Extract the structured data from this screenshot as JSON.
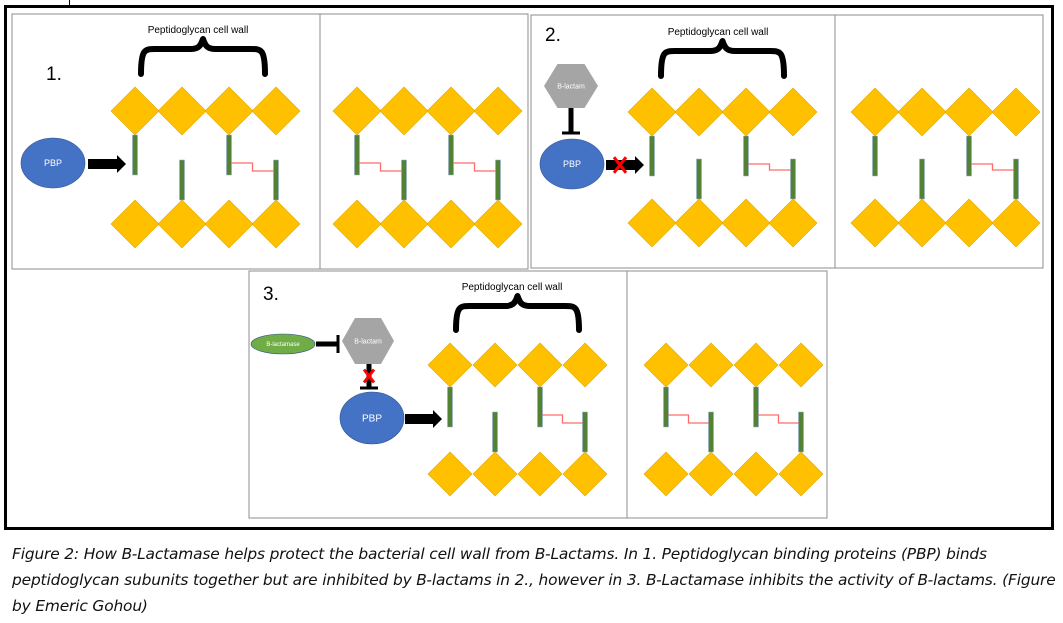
{
  "figure": {
    "panels": [
      {
        "number": "1.",
        "heading": "Peptidoglycan cell wall",
        "actors": {
          "enzyme": "PBP"
        },
        "pbp_arrow_blocked": false,
        "has_b_lactam": false,
        "has_b_lactamase": false,
        "before_crosslinks": 1,
        "after_crosslinks": 2
      },
      {
        "number": "2.",
        "heading": "Peptidoglycan cell wall",
        "actors": {
          "enzyme": "PBP",
          "inhibitor": "B-lactam"
        },
        "pbp_arrow_blocked": true,
        "has_b_lactam": true,
        "has_b_lactamase": false,
        "before_crosslinks": 1,
        "after_crosslinks": 1
      },
      {
        "number": "3.",
        "heading": "Peptidoglycan cell wall",
        "actors": {
          "enzyme": "PBP",
          "inhibitor": "B-lactam",
          "protector": "B-lactamase"
        },
        "pbp_arrow_blocked": false,
        "inhibition_blocked": true,
        "has_b_lactam": true,
        "has_b_lactamase": true,
        "before_crosslinks": 1,
        "after_crosslinks": 2
      }
    ],
    "colors": {
      "subunit": "#FFC000",
      "subunit_edge": "#E0A800",
      "peptide": "#548235",
      "crosslink": "#FF6B6B",
      "pbp": "#4472C4",
      "b_lactam": "#A5A5A5",
      "b_lactamase": "#70AD47",
      "block_x": "#FF0000",
      "panel_border": "#8C8C8C"
    }
  },
  "caption": "Figure 2: How B-Lactamase helps protect the bacterial cell wall from B-Lactams. In 1. Peptidoglycan binding proteins (PBP) binds peptidoglycan subunits together but are inhibited by B-lactams in 2., however in 3. B-Lactamase inhibits the activity of B-lactams. (Figure by Emeric Gohou)"
}
